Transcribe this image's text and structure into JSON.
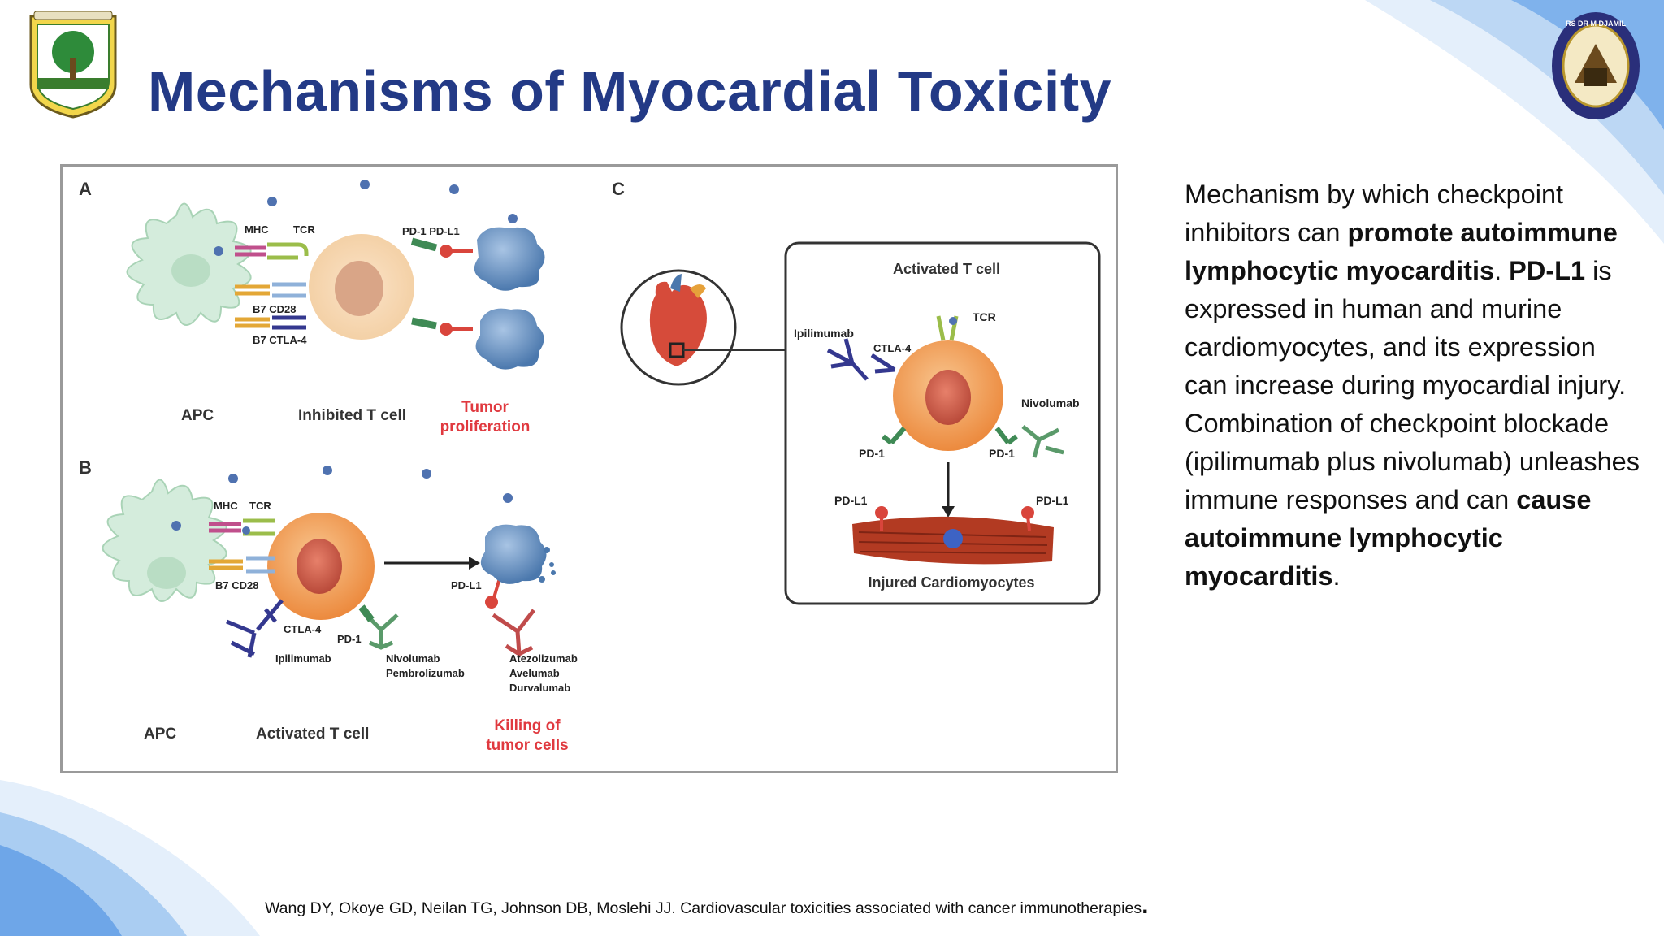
{
  "slide": {
    "title": "Mechanisms of Myocardial Toxicity",
    "logo_left_icon": "tree-emblem-icon",
    "logo_right_icon": "hospital-seal-icon",
    "colors": {
      "title": "#233a86",
      "accent_red": "#e0393f",
      "apc": "#cfe9d8",
      "t_cell": "#f2a66b"
    }
  },
  "figure": {
    "panel_a": {
      "letter": "A",
      "mhc": "MHC",
      "tcr": "TCR",
      "pd1_pdl1": "PD-1  PD-L1",
      "b7_cd28": "B7  CD28",
      "b7_ctla4": "B7  CTLA-4",
      "apc": "APC",
      "cell": "Inhibited T cell",
      "outcome_line1": "Tumor",
      "outcome_line2": "proliferation"
    },
    "panel_b": {
      "letter": "B",
      "mhc": "MHC",
      "tcr": "TCR",
      "b7_cd28": "B7  CD28",
      "ctla4": "CTLA-4",
      "pd1": "PD-1",
      "pdl1": "PD-L1",
      "ipilimumab": "Ipilimumab",
      "nivolumab": "Nivolumab",
      "pembrolizumab": "Pembrolizumab",
      "atezolizumab": "Atezolizumab",
      "avelumab": "Avelumab",
      "durvalumab": "Durvalumab",
      "apc": "APC",
      "cell": "Activated  T cell",
      "outcome_line1": "Killing of",
      "outcome_line2": "tumor cells"
    },
    "panel_c": {
      "letter": "C",
      "box_title": "Activated  T cell",
      "tcr": "TCR",
      "ipilimumab": "Ipilimumab",
      "ctla4": "CTLA-4",
      "nivolumab": "Nivolumab",
      "pd1_left": "PD-1",
      "pd1_right": "PD-1",
      "pdl1_left": "PD-L1",
      "pdl1_right": "PD-L1",
      "caption": "Injured  Cardiomyocytes"
    }
  },
  "side_text": {
    "t1": "Mechanism by which checkpoint inhibitors can ",
    "b1": "promote autoimmune lymphocytic myocarditis",
    "t2": ". ",
    "b2": "PD-L1",
    "t3": " is expressed in human and murine cardiomyocytes, and its expression can increase during myocardial injury. Combination of checkpoint blockade (ipilimumab plus nivolumab) unleashes immune responses and can ",
    "b3": "cause autoimmune lymphocytic myocarditis",
    "t4": "."
  },
  "citation": {
    "text": "Wang DY, Okoye GD, Neilan TG, Johnson DB, Moslehi JJ. Cardiovascular toxicities associated with cancer immunotherapies",
    "end": "."
  }
}
